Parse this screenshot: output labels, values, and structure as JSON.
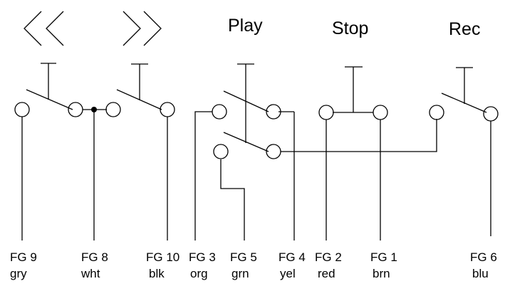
{
  "titles": {
    "play": "Play",
    "stop": "Stop",
    "rec": "Rec"
  },
  "icons": {
    "rewind": "double-left-chevron-icon",
    "fast_forward": "double-right-chevron-icon"
  },
  "pins": [
    {
      "code": "FG 9",
      "color": "gry"
    },
    {
      "code": "FG 8",
      "color": "wht"
    },
    {
      "code": "FG 10",
      "color": "blk"
    },
    {
      "code": "FG 3",
      "color": "org"
    },
    {
      "code": "FG 5",
      "color": "grn"
    },
    {
      "code": "FG 4",
      "color": "yel"
    },
    {
      "code": "FG 2",
      "color": "red"
    },
    {
      "code": "FG 1",
      "color": "brn"
    },
    {
      "code": "FG 6",
      "color": "blu"
    }
  ]
}
